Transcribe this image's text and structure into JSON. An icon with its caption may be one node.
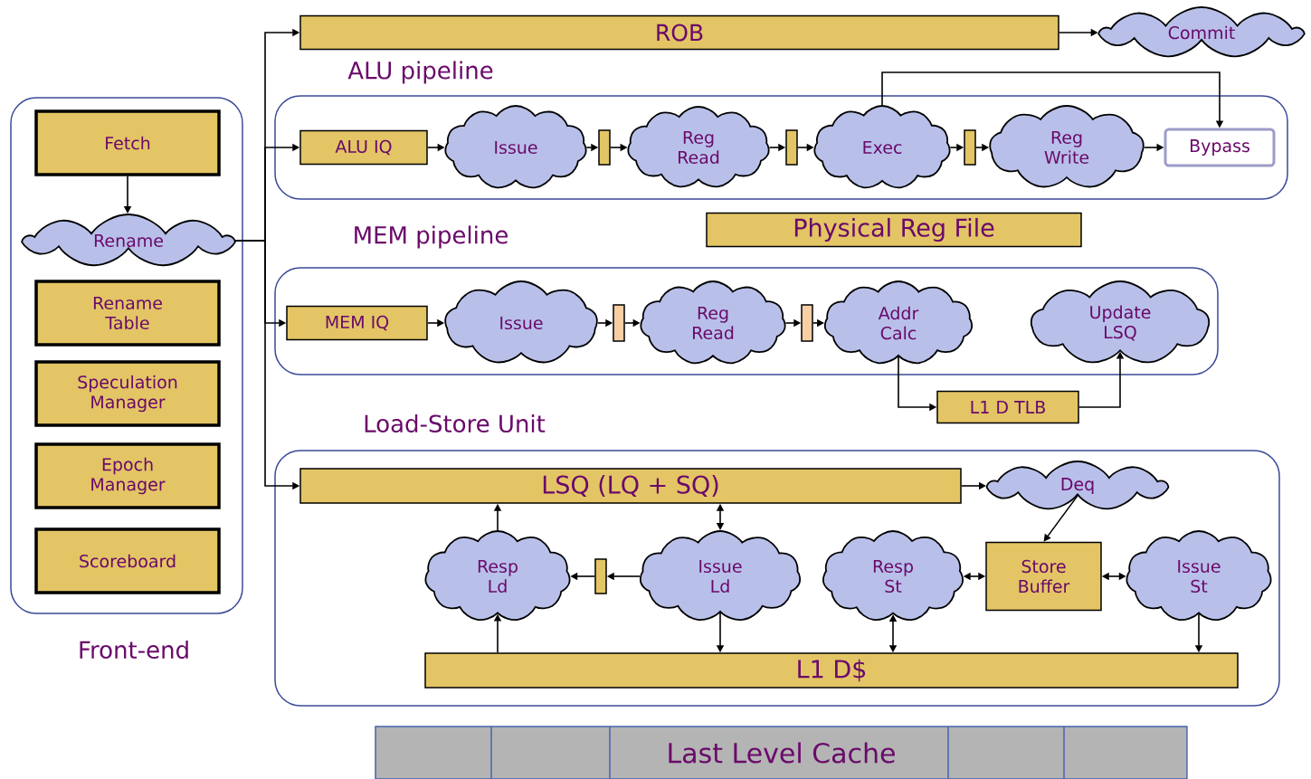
{
  "diagram": {
    "nodes": [
      {
        "text": [
          "Front-end"
        ]
      },
      {
        "text": [
          "Fetch"
        ],
        "in": 0
      },
      {
        "text": [
          "Rename"
        ],
        "in": 0
      },
      {
        "text": [
          "Rename Table"
        ],
        "in": 0
      },
      {
        "text": [
          "Speculation Manager"
        ],
        "in": 0
      },
      {
        "text": [
          "Epoch Manager"
        ],
        "in": 0
      },
      {
        "text": [
          "Scoreboard"
        ],
        "in": 0
      },
      {
        "text": [
          "ROB"
        ]
      },
      {
        "text": [
          "Commit"
        ]
      },
      {
        "text": [
          "ALU pipeline"
        ]
      },
      {
        "text": [
          "ALU IQ"
        ],
        "in": 9
      },
      {
        "text": [
          "Issue"
        ],
        "in": 9
      },
      {
        "text": [],
        "shape": "bar",
        "in": 9
      },
      {
        "text": [
          "Reg Read"
        ],
        "in": 9
      },
      {
        "text": [],
        "shape": "bar",
        "in": 9
      },
      {
        "text": [
          "Exec"
        ],
        "in": 9
      },
      {
        "text": [],
        "shape": "bar",
        "in": 9
      },
      {
        "text": [
          "Reg Write"
        ],
        "in": 9
      },
      {
        "text": [
          "Bypass"
        ],
        "in": 9
      },
      {
        "text": [
          "Physical Reg File"
        ]
      },
      {
        "text": [
          "MEM pipeline"
        ]
      },
      {
        "text": [
          "MEM IQ"
        ],
        "in": 20
      },
      {
        "text": [
          "Issue"
        ],
        "in": 20
      },
      {
        "text": [],
        "shape": "bar",
        "in": 20
      },
      {
        "text": [
          "Reg Read"
        ],
        "in": 20
      },
      {
        "text": [],
        "shape": "bar",
        "in": 20
      },
      {
        "text": [
          "Addr Calc"
        ],
        "in": 20
      },
      {
        "text": [
          "Update LSQ"
        ],
        "in": 20
      },
      {
        "text": [
          "L1 D TLB"
        ]
      },
      {
        "text": [
          "Load-Store Unit"
        ]
      },
      {
        "text": [
          "LSQ (LQ + SQ)"
        ],
        "in": 29
      },
      {
        "text": [
          "Deq"
        ],
        "in": 29
      },
      {
        "text": [
          "Resp Ld"
        ],
        "in": 29
      },
      {
        "text": [],
        "shape": "bar",
        "in": 29
      },
      {
        "text": [
          "Issue Ld"
        ],
        "in": 29
      },
      {
        "text": [
          "Resp St"
        ],
        "in": 29
      },
      {
        "text": [
          "Store Buffer"
        ],
        "in": 29
      },
      {
        "text": [
          "Issue St"
        ],
        "in": 29
      },
      {
        "text": [
          "L1 D$"
        ],
        "in": 29
      },
      {
        "text": [
          "Last Level Cache"
        ]
      }
    ],
    "edges": [
      {
        "from": 1,
        "to": 2,
        "arrow": "to"
      },
      {
        "from": 2,
        "to": 7,
        "arrow": "to"
      },
      {
        "from": 2,
        "to": 10,
        "arrow": "to"
      },
      {
        "from": 2,
        "to": 21,
        "arrow": "to"
      },
      {
        "from": 2,
        "to": 30,
        "arrow": "to"
      },
      {
        "from": 7,
        "to": 8,
        "arrow": "to"
      },
      {
        "from": 10,
        "to": 11,
        "arrow": "to"
      },
      {
        "from": 11,
        "to": 12,
        "arrow": "to"
      },
      {
        "from": 12,
        "to": 13,
        "arrow": "to"
      },
      {
        "from": 13,
        "to": 14,
        "arrow": "to"
      },
      {
        "from": 14,
        "to": 15,
        "arrow": "to"
      },
      {
        "from": 15,
        "to": 16,
        "arrow": "to"
      },
      {
        "from": 16,
        "to": 17,
        "arrow": "to"
      },
      {
        "from": 17,
        "to": 18,
        "arrow": "to"
      },
      {
        "from": 15,
        "to": 18,
        "arrow": "to"
      },
      {
        "from": 21,
        "to": 22,
        "arrow": "to"
      },
      {
        "from": 22,
        "to": 23,
        "arrow": "to"
      },
      {
        "from": 23,
        "to": 24,
        "arrow": "to"
      },
      {
        "from": 24,
        "to": 25,
        "arrow": "to"
      },
      {
        "from": 25,
        "to": 26,
        "arrow": "to"
      },
      {
        "from": 26,
        "to": 28,
        "arrow": "to"
      },
      {
        "from": 28,
        "to": 27,
        "arrow": "to"
      },
      {
        "from": 30,
        "to": 31,
        "arrow": "to"
      },
      {
        "from": 31,
        "to": 36,
        "arrow": "to"
      },
      {
        "from": 32,
        "to": 30,
        "arrow": "to"
      },
      {
        "from": 34,
        "to": 30,
        "arrow": "both"
      },
      {
        "from": 34,
        "to": 33,
        "arrow": "to"
      },
      {
        "from": 33,
        "to": 32,
        "arrow": "to"
      },
      {
        "from": 35,
        "to": 36,
        "arrow": "both"
      },
      {
        "from": 36,
        "to": 37,
        "arrow": "both"
      },
      {
        "from": 38,
        "to": 32,
        "arrow": "to"
      },
      {
        "from": 34,
        "to": 38,
        "arrow": "to"
      },
      {
        "from": 35,
        "to": 38,
        "arrow": "both"
      },
      {
        "from": 37,
        "to": 38,
        "arrow": "to"
      }
    ]
  }
}
